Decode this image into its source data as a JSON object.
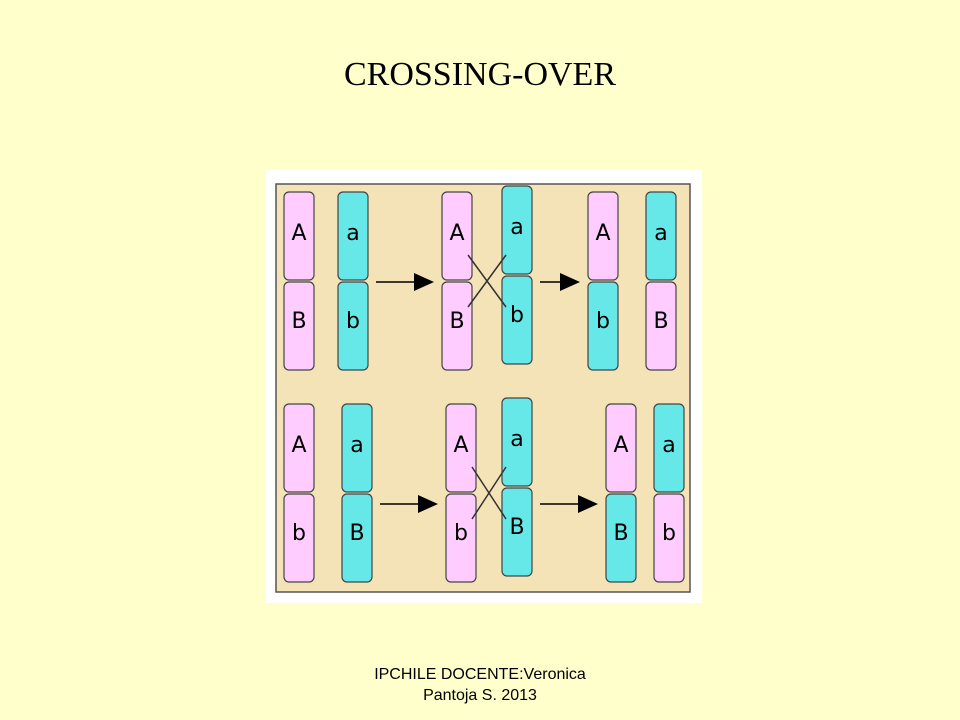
{
  "slide": {
    "title": "CROSSING-OVER",
    "footer_line1": "IPCHILE  DOCENTE:Veronica",
    "footer_line2": "Pantoja S. 2013"
  },
  "colors": {
    "background": "#ffffcc",
    "panel": "#f5e3b8",
    "pink": "#ffccff",
    "cyan": "#66e8e8",
    "outline": "#444444",
    "arrow": "#000000"
  },
  "diagram": {
    "rows": [
      {
        "stages": [
          {
            "chromosomes": [
              {
                "color": "pink",
                "top": "A",
                "bottom": "B"
              },
              {
                "color": "cyan",
                "top": "a",
                "bottom": "b"
              }
            ],
            "crossing": false
          },
          {
            "chromosomes": [
              {
                "color": "pink",
                "top": "A",
                "bottom": "B"
              },
              {
                "color": "cyan",
                "top": "a",
                "bottom": "b"
              }
            ],
            "crossing": true
          },
          {
            "chromosomes": [
              {
                "color": "pink",
                "top": "A",
                "bottom": "b"
              },
              {
                "color": "pink",
                "top": "a",
                "bottom": "B"
              }
            ],
            "crossing": false
          }
        ]
      },
      {
        "stages": [
          {
            "chromosomes": [
              {
                "color": "pink",
                "top": "A",
                "bottom": "b"
              },
              {
                "color": "cyan",
                "top": "a",
                "bottom": "B"
              }
            ],
            "crossing": false
          },
          {
            "chromosomes": [
              {
                "color": "pink",
                "top": "A",
                "bottom": "b"
              },
              {
                "color": "cyan",
                "top": "a",
                "bottom": "B"
              }
            ],
            "crossing": true
          },
          {
            "chromosomes": [
              {
                "color": "pink",
                "top": "A",
                "bottom": "B"
              },
              {
                "color": "pink",
                "top": "a",
                "bottom": "b"
              }
            ],
            "crossing": false
          }
        ]
      }
    ],
    "segment_colors": [
      [
        [
          [
            "pink",
            "pink"
          ],
          [
            "cyan",
            "cyan"
          ]
        ],
        [
          [
            "pink",
            "pink"
          ],
          [
            "cyan",
            "cyan"
          ]
        ],
        [
          [
            "pink",
            "cyan"
          ],
          [
            "cyan",
            "pink"
          ]
        ]
      ],
      [
        [
          [
            "pink",
            "pink"
          ],
          [
            "cyan",
            "cyan"
          ]
        ],
        [
          [
            "pink",
            "pink"
          ],
          [
            "cyan",
            "cyan"
          ]
        ],
        [
          [
            "pink",
            "cyan"
          ],
          [
            "cyan",
            "pink"
          ]
        ]
      ]
    ]
  }
}
